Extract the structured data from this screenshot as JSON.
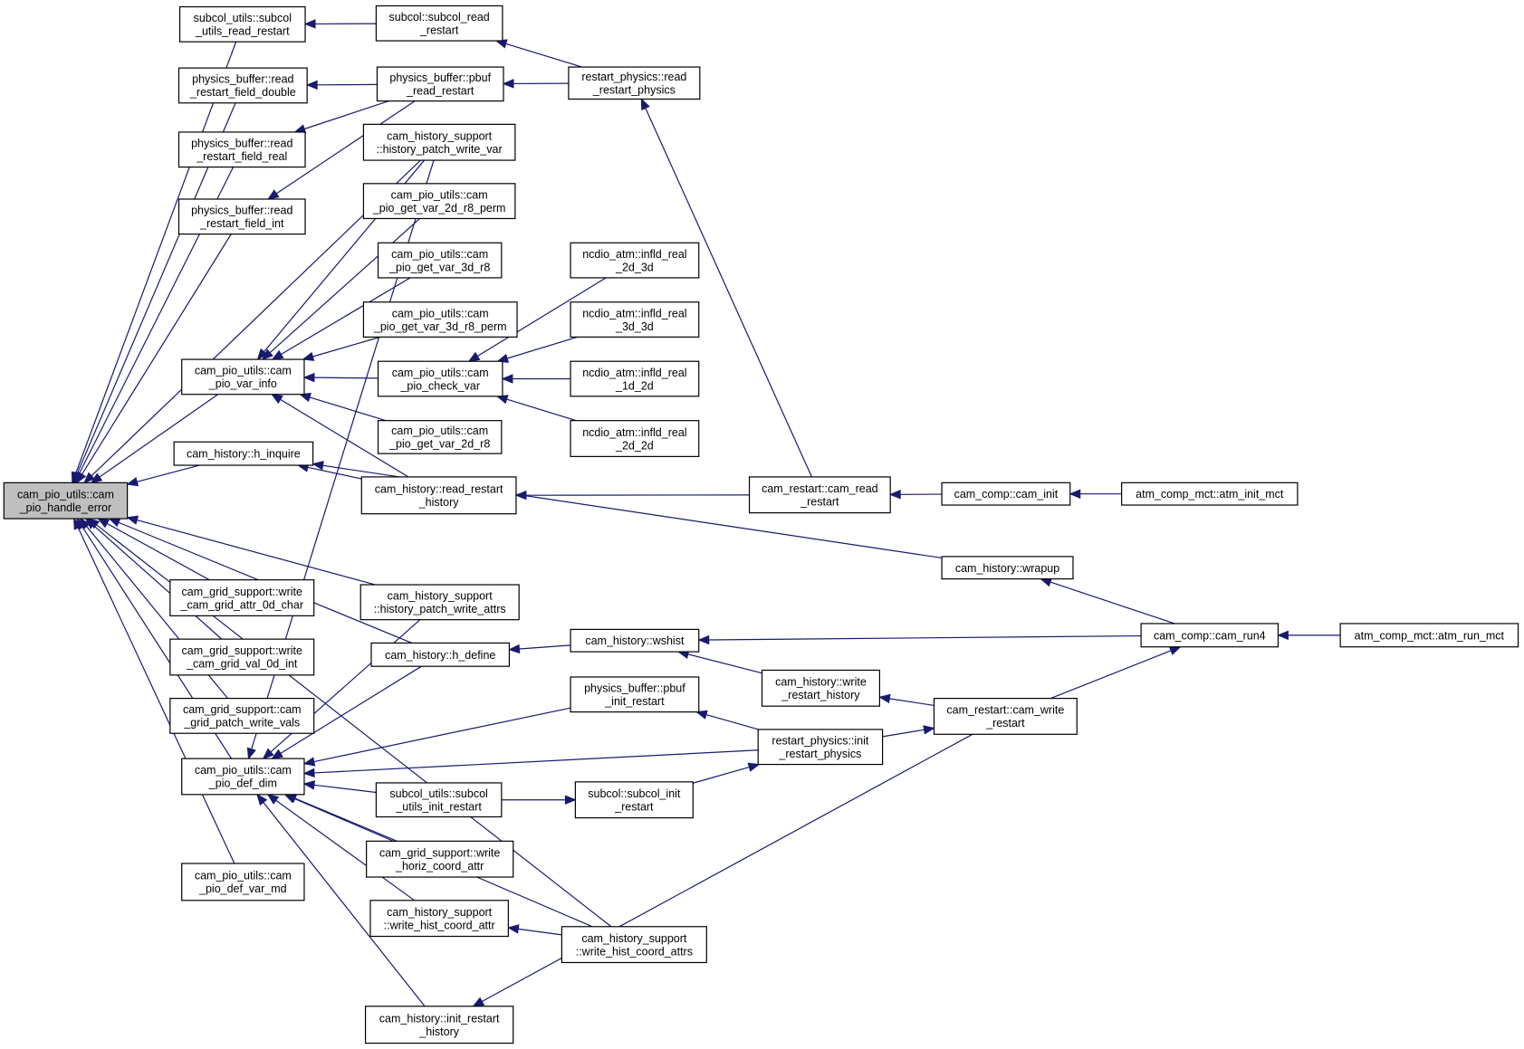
{
  "diagram": {
    "nodes": {
      "root": [
        "cam_pio_utils::cam",
        "_pio_handle_error"
      ],
      "subcol_utils_read": [
        "subcol_utils::subcol",
        "_utils_read_restart"
      ],
      "subcol_read": [
        "subcol::subcol_read",
        "_restart"
      ],
      "rp_read": [
        "restart_physics::read",
        "_restart_physics"
      ],
      "pb_double": [
        "physics_buffer::read",
        "_restart_field_double"
      ],
      "pb_pbuf_read": [
        "physics_buffer::pbuf",
        "_read_restart"
      ],
      "pb_real": [
        "physics_buffer::read",
        "_restart_field_real"
      ],
      "pb_int": [
        "physics_buffer::read",
        "_restart_field_int"
      ],
      "hs_patch_var": [
        "cam_history_support",
        "::history_patch_write_var"
      ],
      "get_2d_perm": [
        "cam_pio_utils::cam",
        "_pio_get_var_2d_r8_perm"
      ],
      "get_3d": [
        "cam_pio_utils::cam",
        "_pio_get_var_3d_r8"
      ],
      "get_3d_perm": [
        "cam_pio_utils::cam",
        "_pio_get_var_3d_r8_perm"
      ],
      "var_info": [
        "cam_pio_utils::cam",
        "_pio_var_info"
      ],
      "check_var": [
        "cam_pio_utils::cam",
        "_pio_check_var"
      ],
      "get_2d": [
        "cam_pio_utils::cam",
        "_pio_get_var_2d_r8"
      ],
      "ncd_2d3d": [
        "ncdio_atm::infld_real",
        "_2d_3d"
      ],
      "ncd_3d3d": [
        "ncdio_atm::infld_real",
        "_3d_3d"
      ],
      "ncd_1d2d": [
        "ncdio_atm::infld_real",
        "_1d_2d"
      ],
      "ncd_2d2d": [
        "ncdio_atm::infld_real",
        "_2d_2d"
      ],
      "h_inquire": [
        "cam_history::h_inquire"
      ],
      "hist_read": [
        "cam_history::read_restart",
        "_history"
      ],
      "cr_read": [
        "cam_restart::cam_read",
        "_restart"
      ],
      "cam_init": [
        "cam_comp::cam_init"
      ],
      "atm_init": [
        "atm_comp_mct::atm_init_mct"
      ],
      "wrapup": [
        "cam_history::wrapup"
      ],
      "gs_0d_char": [
        "cam_grid_support::write",
        "_cam_grid_attr_0d_char"
      ],
      "hs_patch_attrs": [
        "cam_history_support",
        "::history_patch_write_attrs"
      ],
      "gs_0d_int": [
        "cam_grid_support::write",
        "_cam_grid_val_0d_int"
      ],
      "h_define": [
        "cam_history::h_define"
      ],
      "wshist": [
        "cam_history::wshist"
      ],
      "cam_run4": [
        "cam_comp::cam_run4"
      ],
      "atm_run": [
        "atm_comp_mct::atm_run_mct"
      ],
      "gs_patch_vals": [
        "cam_grid_support::cam",
        "_grid_patch_write_vals"
      ],
      "pb_init": [
        "physics_buffer::pbuf",
        "_init_restart"
      ],
      "hist_write": [
        "cam_history::write",
        "_restart_history"
      ],
      "cr_write": [
        "cam_restart::cam_write",
        "_restart"
      ],
      "rp_init": [
        "restart_physics::init",
        "_restart_physics"
      ],
      "def_dim": [
        "cam_pio_utils::cam",
        "_pio_def_dim"
      ],
      "subcol_utils_init": [
        "subcol_utils::subcol",
        "_utils_init_restart"
      ],
      "subcol_init": [
        "subcol::subcol_init",
        "_restart"
      ],
      "gs_horiz": [
        "cam_grid_support::write",
        "_horiz_coord_attr"
      ],
      "def_var_md": [
        "cam_pio_utils::cam",
        "_pio_def_var_md"
      ],
      "hs_coord_attr": [
        "cam_history_support",
        "::write_hist_coord_attr"
      ],
      "hs_coord_attrs": [
        "cam_history_support",
        "::write_hist_coord_attrs"
      ],
      "init_restart_hist": [
        "cam_history::init_restart",
        "_history"
      ]
    },
    "edges": [
      [
        "subcol_utils_read",
        "root"
      ],
      [
        "pb_double",
        "root"
      ],
      [
        "pb_real",
        "root"
      ],
      [
        "pb_int",
        "root"
      ],
      [
        "hs_patch_var",
        "root"
      ],
      [
        "var_info",
        "root"
      ],
      [
        "h_inquire",
        "root"
      ],
      [
        "hs_patch_attrs",
        "root"
      ],
      [
        "h_define",
        "root"
      ],
      [
        "gs_0d_char",
        "root"
      ],
      [
        "gs_0d_int",
        "root"
      ],
      [
        "gs_patch_vals",
        "root"
      ],
      [
        "def_dim",
        "root"
      ],
      [
        "def_var_md",
        "root"
      ],
      [
        "hs_coord_attrs",
        "root"
      ],
      [
        "subcol_read",
        "subcol_utils_read"
      ],
      [
        "rp_read",
        "subcol_read"
      ],
      [
        "pb_pbuf_read",
        "pb_double"
      ],
      [
        "pb_pbuf_read",
        "pb_real"
      ],
      [
        "pb_pbuf_read",
        "pb_int"
      ],
      [
        "rp_read",
        "pb_pbuf_read"
      ],
      [
        "cr_read",
        "rp_read"
      ],
      [
        "hs_patch_var",
        "var_info"
      ],
      [
        "get_2d_perm",
        "var_info"
      ],
      [
        "get_3d",
        "var_info"
      ],
      [
        "get_3d_perm",
        "var_info"
      ],
      [
        "check_var",
        "var_info"
      ],
      [
        "get_2d",
        "var_info"
      ],
      [
        "hist_read",
        "var_info"
      ],
      [
        "ncd_2d3d",
        "check_var"
      ],
      [
        "ncd_3d3d",
        "check_var"
      ],
      [
        "ncd_1d2d",
        "check_var"
      ],
      [
        "ncd_2d2d",
        "check_var"
      ],
      [
        "hist_read",
        "h_inquire"
      ],
      [
        "wrapup",
        "h_inquire"
      ],
      [
        "cr_read",
        "hist_read"
      ],
      [
        "cam_init",
        "cr_read"
      ],
      [
        "atm_init",
        "cam_init"
      ],
      [
        "cam_run4",
        "wrapup"
      ],
      [
        "atm_run",
        "cam_run4"
      ],
      [
        "wshist",
        "h_define"
      ],
      [
        "cam_run4",
        "wshist"
      ],
      [
        "hist_write",
        "wshist"
      ],
      [
        "cr_write",
        "hist_write"
      ],
      [
        "cr_write",
        "cam_run4"
      ],
      [
        "rp_init",
        "cr_write"
      ],
      [
        "rp_init",
        "pb_init"
      ],
      [
        "subcol_init",
        "rp_init"
      ],
      [
        "subcol_utils_init",
        "subcol_init"
      ],
      [
        "hs_patch_var",
        "def_dim"
      ],
      [
        "hs_patch_attrs",
        "def_dim"
      ],
      [
        "h_define",
        "def_dim"
      ],
      [
        "pb_init",
        "def_dim"
      ],
      [
        "rp_init",
        "def_dim"
      ],
      [
        "subcol_utils_init",
        "def_dim"
      ],
      [
        "gs_horiz",
        "def_dim"
      ],
      [
        "hs_coord_attr",
        "def_dim"
      ],
      [
        "hs_coord_attrs",
        "def_dim"
      ],
      [
        "init_restart_hist",
        "def_dim"
      ],
      [
        "hs_coord_attrs",
        "hs_coord_attr"
      ],
      [
        "cr_write",
        "init_restart_hist"
      ]
    ]
  }
}
